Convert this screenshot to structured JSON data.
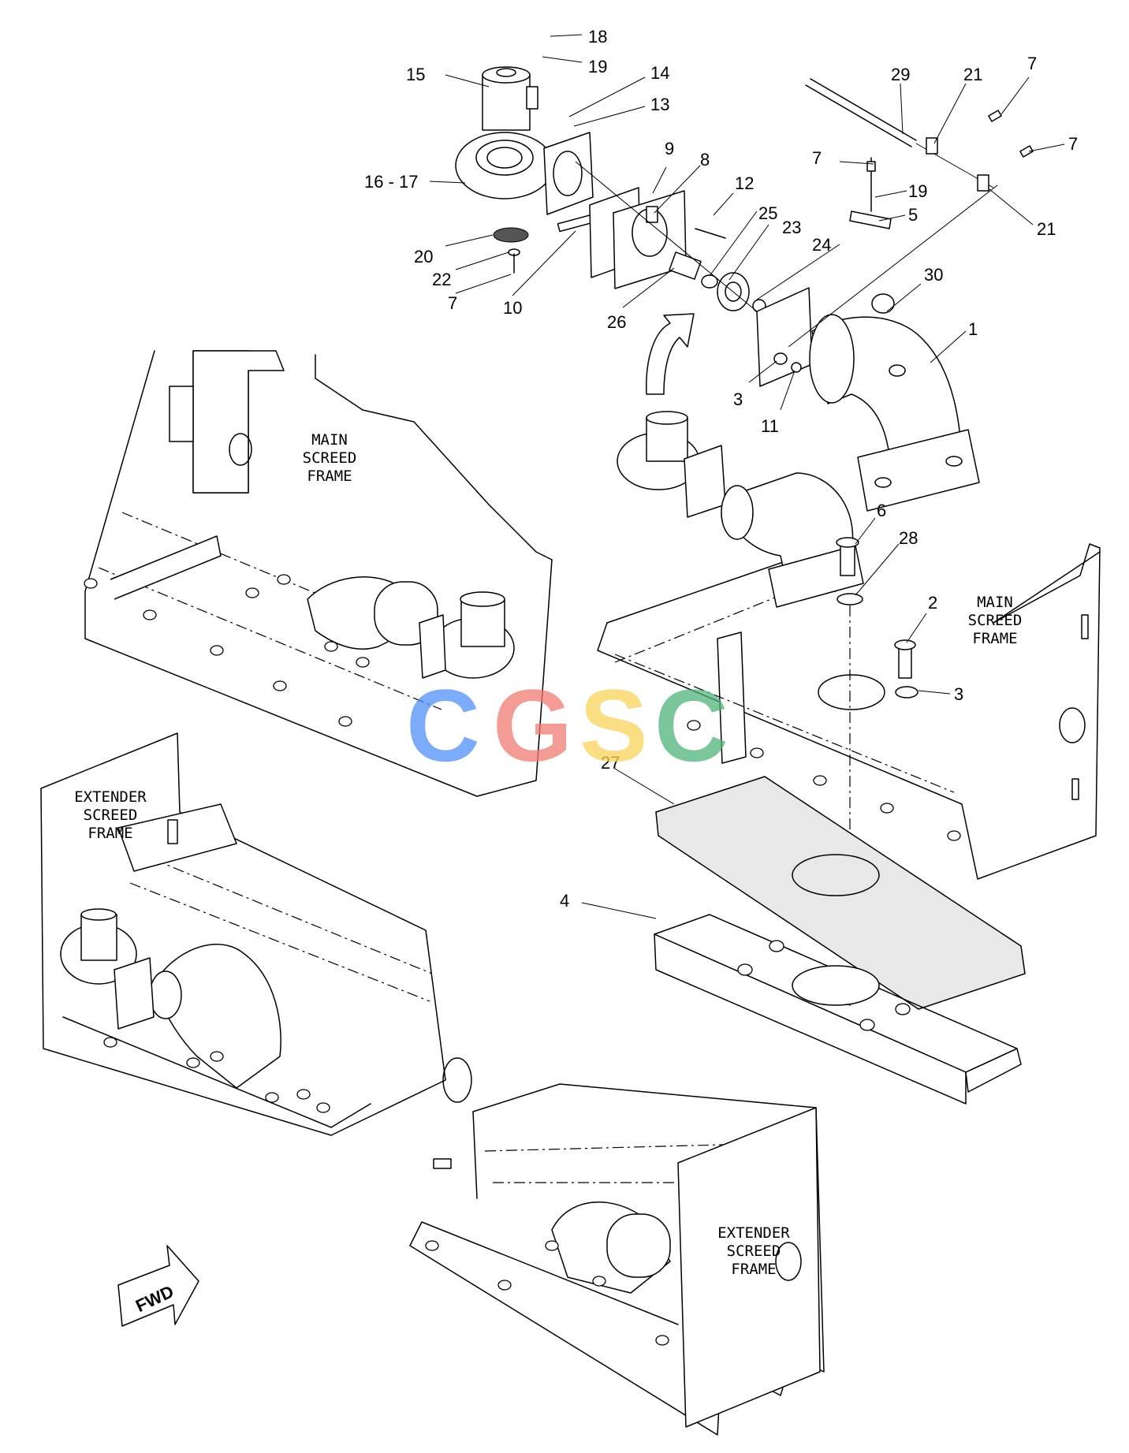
{
  "callouts": [
    "18",
    "19",
    "15",
    "14",
    "13",
    "16 - 17",
    "9",
    "8",
    "12",
    "29",
    "21",
    "7",
    "7",
    "7",
    "19",
    "5",
    "21",
    "25",
    "23",
    "24",
    "20",
    "22",
    "7",
    "10",
    "26",
    "30",
    "1",
    "3",
    "11",
    "6",
    "28",
    "2",
    "3",
    "27",
    "4"
  ],
  "frame_labels": {
    "main_left": [
      "MAIN",
      "SCREED",
      "FRAME"
    ],
    "main_right": [
      "MAIN",
      "SCREED",
      "FRAME"
    ],
    "extender_left": [
      "EXTENDER",
      "SCREED",
      "FRAME"
    ],
    "extender_right": [
      "EXTENDER",
      "SCREED",
      "FRAME"
    ]
  },
  "fwd_label": "FWD",
  "watermark": {
    "letters": [
      "C",
      "G",
      "S",
      "C"
    ],
    "colors": [
      "#4f8ff7",
      "#f07a72",
      "#f7d35a",
      "#4fb37a"
    ]
  }
}
